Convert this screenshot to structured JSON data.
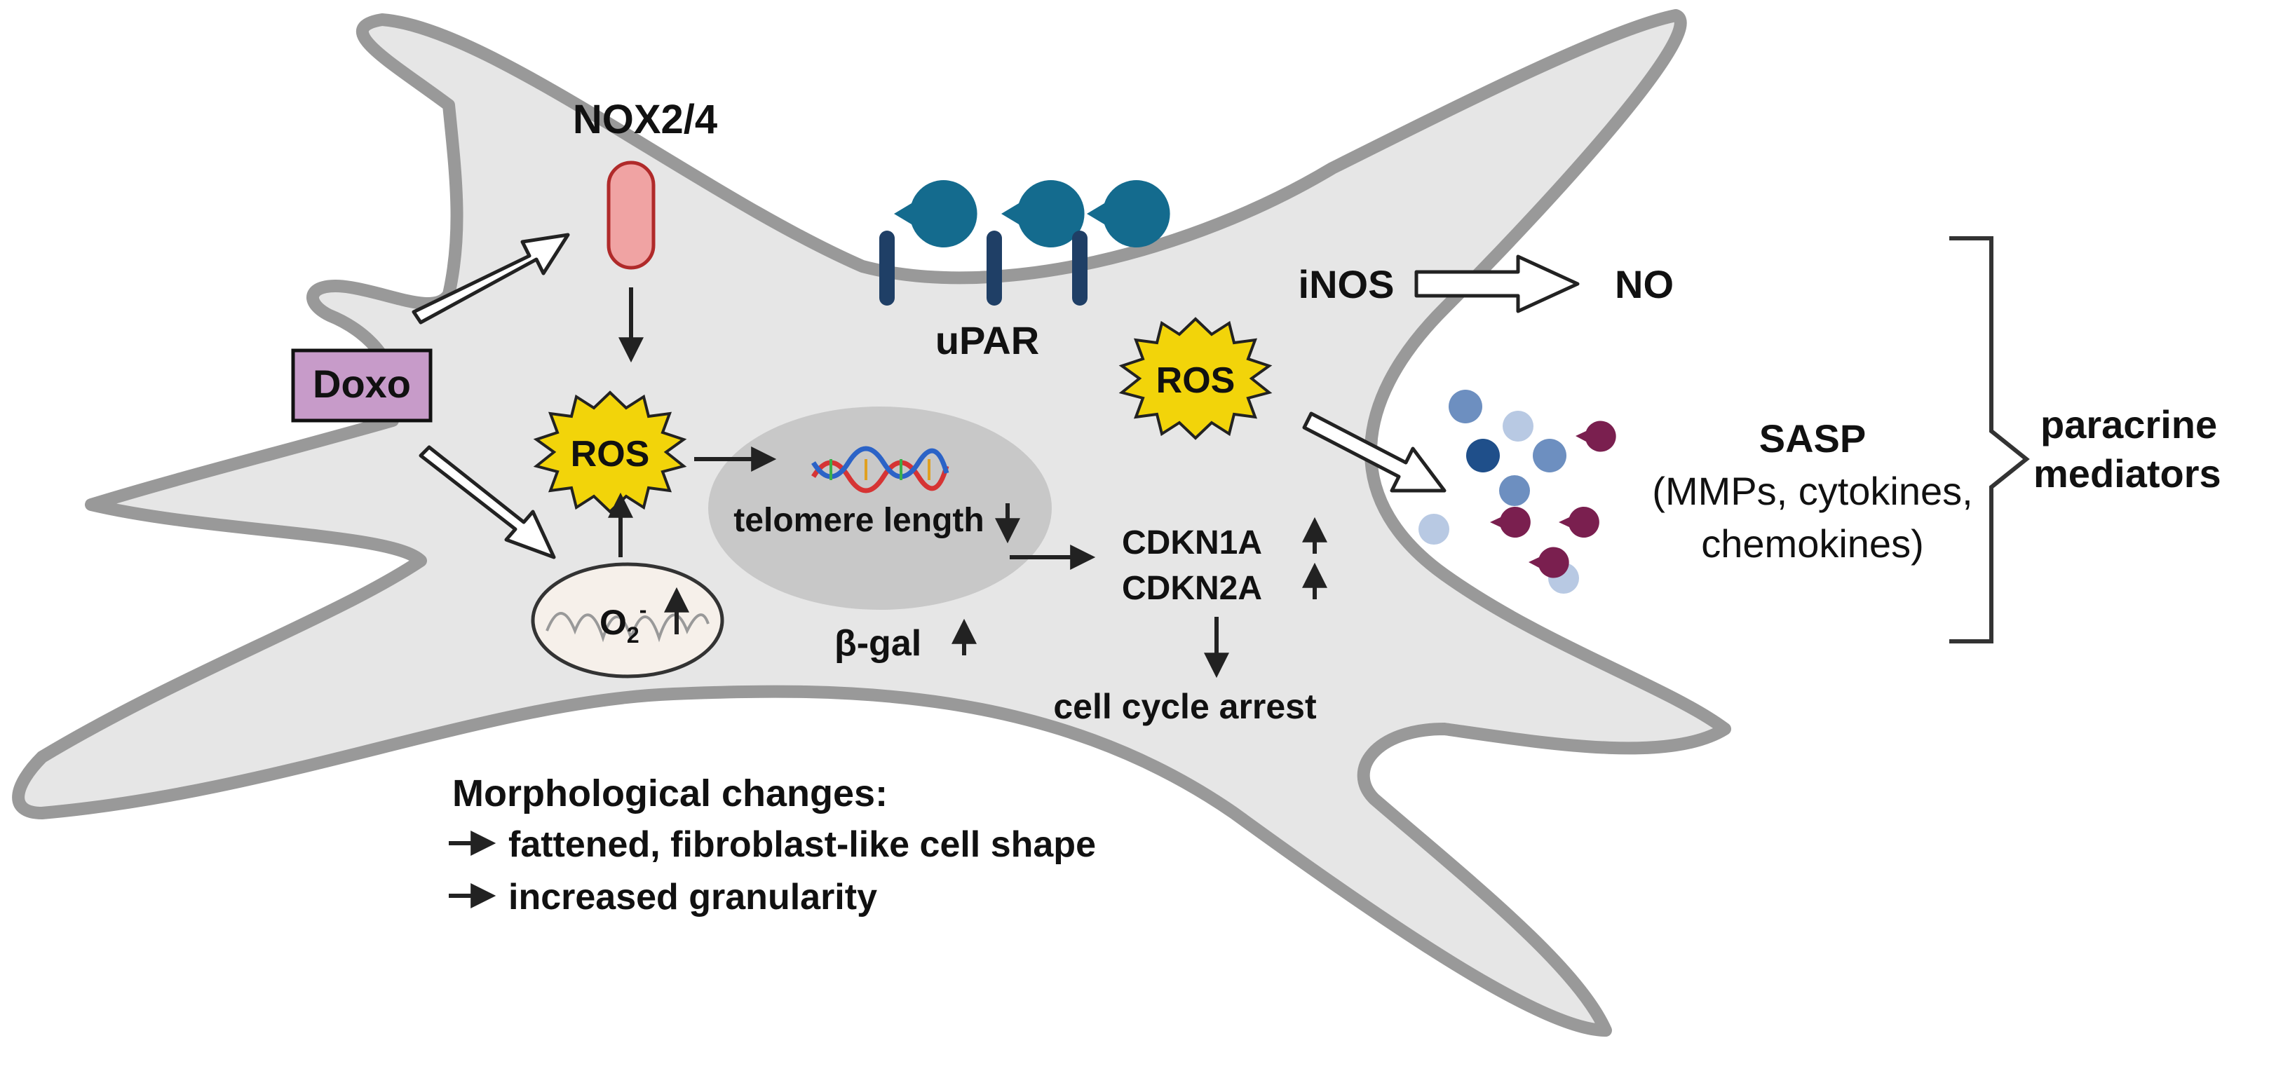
{
  "labels": {
    "nox": "NOX2/4",
    "doxo": "Doxo",
    "ros_left": "ROS",
    "ros_right": "ROS",
    "upar": "uPAR",
    "inos": "iNOS",
    "no": "NO",
    "telomere": "telomere length",
    "cdkn1a": "CDKN1A",
    "cdkn2a": "CDKN2A",
    "bgal": "β-gal",
    "cell_cycle": "cell cycle arrest",
    "o2": "O",
    "o2_sub": "2",
    "o2_sup": "-",
    "sasp_title": "SASP",
    "sasp_line1": "(MMPs, cytokines,",
    "sasp_line2": "chemokines)",
    "paracrine_1": "paracrine",
    "paracrine_2": "mediators",
    "morph_title": "Morphological changes:",
    "morph_item1": "fattened, fibroblast-like cell shape",
    "morph_item2": "increased granularity"
  },
  "colors": {
    "cell_fill": "#e6e6e6",
    "cell_stroke": "#999999",
    "nucleus": "#c8c8c8",
    "ros_fill": "#f2d40a",
    "doxo_fill": "#c79bc9",
    "nox_fill": "#f0a3a3",
    "nox_stroke": "#b02a2a",
    "receptor": "#146b8e",
    "receptor_stem": "#1f3f66",
    "sasp_dark_blue": "#1f4f8a",
    "sasp_blue": "#6d8fc0",
    "sasp_light_blue": "#b8c9e3",
    "sasp_purple": "#7a1f4f"
  },
  "icons": [
    "nox-channel-icon",
    "upar-receptor-icon",
    "mitochondrion-icon",
    "dna-icon",
    "sasp-molecules-icon",
    "bracket-icon"
  ]
}
